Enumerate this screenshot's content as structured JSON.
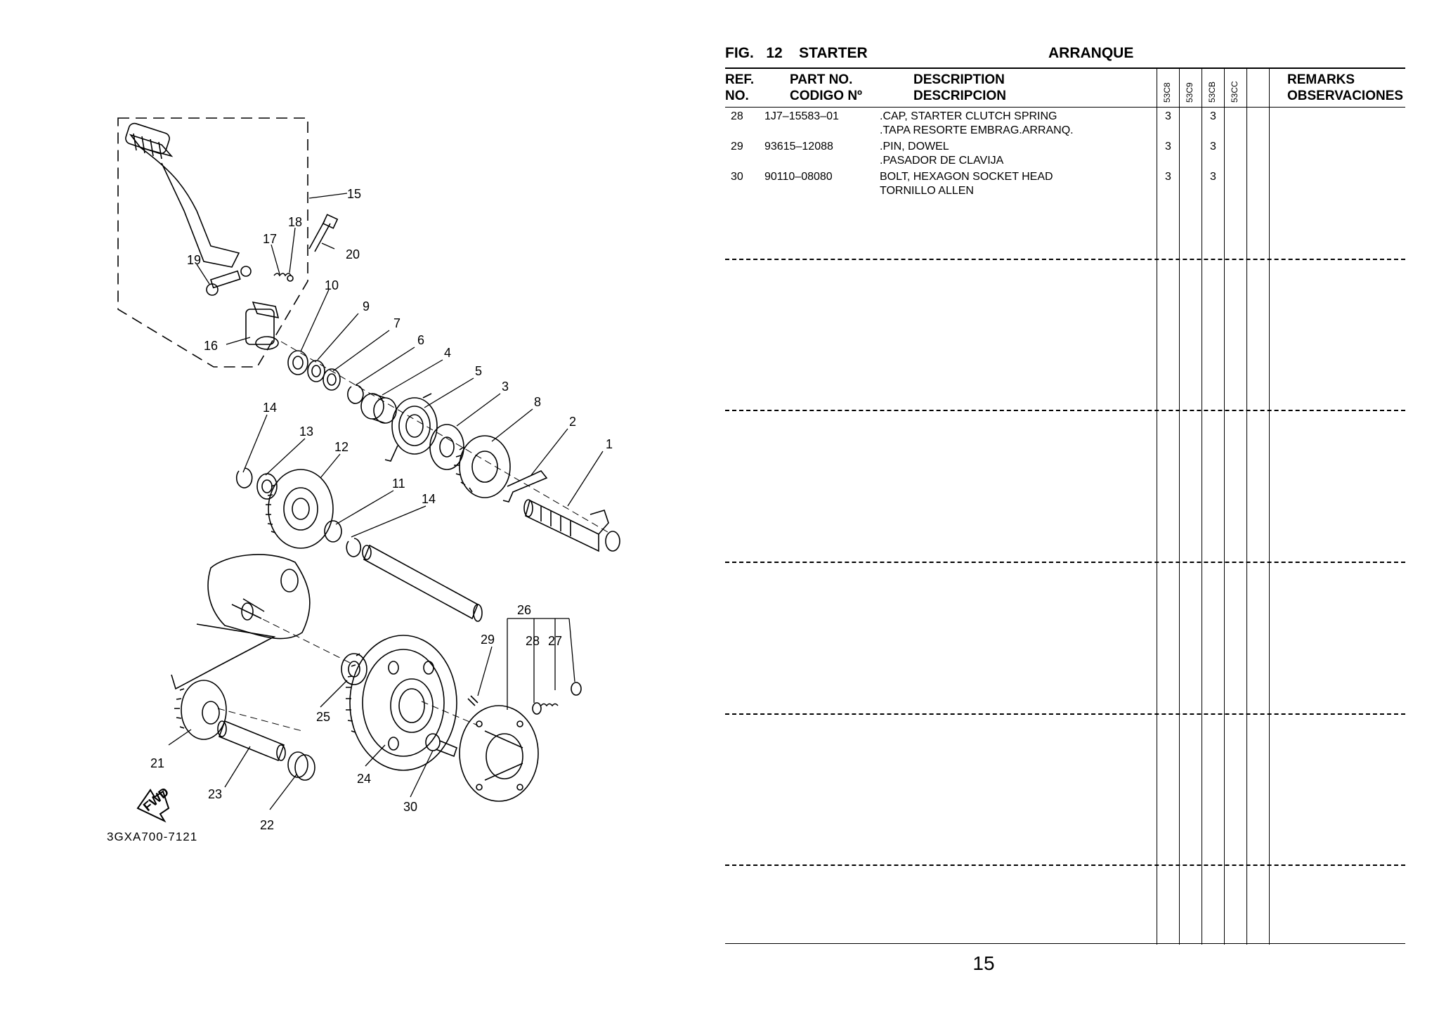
{
  "figure": {
    "fig_label": "FIG.",
    "fig_number": "12",
    "title_en": "STARTER",
    "title_es": "ARRANQUE"
  },
  "headers": {
    "ref_en": "REF.",
    "ref_es": "NO.",
    "part_en": "PART NO.",
    "part_es": "CODIGO Nº",
    "desc_en": "DESCRIPTION",
    "desc_es": "DESCRIPCION",
    "models": [
      "53C8",
      "53C9",
      "53CB",
      "53CC"
    ],
    "remarks_en": "REMARKS",
    "remarks_es": "OBSERVACIONES"
  },
  "parts": [
    {
      "ref": "28",
      "part_no": "1J7–15583–01",
      "desc_en": ".CAP, STARTER CLUTCH SPRING",
      "desc_es": ".TAPA  RESORTE EMBRAG.ARRANQ.",
      "qty": [
        "3",
        "",
        "3",
        ""
      ]
    },
    {
      "ref": "29",
      "part_no": "93615–12088",
      "desc_en": ".PIN, DOWEL",
      "desc_es": ".PASADOR DE CLAVIJA",
      "qty": [
        "3",
        "",
        "3",
        ""
      ]
    },
    {
      "ref": "30",
      "part_no": "90110–08080",
      "desc_en": "BOLT, HEXAGON SOCKET HEAD",
      "desc_es": "TORNILLO ALLEN",
      "qty": [
        "3",
        "",
        "3",
        ""
      ]
    }
  ],
  "page_number": "15",
  "diagram": {
    "code": "3GXA700-7121",
    "fwd_label": "FWD",
    "callouts": [
      "1",
      "2",
      "3",
      "4",
      "5",
      "6",
      "7",
      "8",
      "9",
      "10",
      "11",
      "12",
      "13",
      "14",
      "14",
      "15",
      "16",
      "17",
      "18",
      "19",
      "20",
      "21",
      "22",
      "23",
      "24",
      "25",
      "26",
      "27",
      "28",
      "29",
      "30"
    ]
  }
}
